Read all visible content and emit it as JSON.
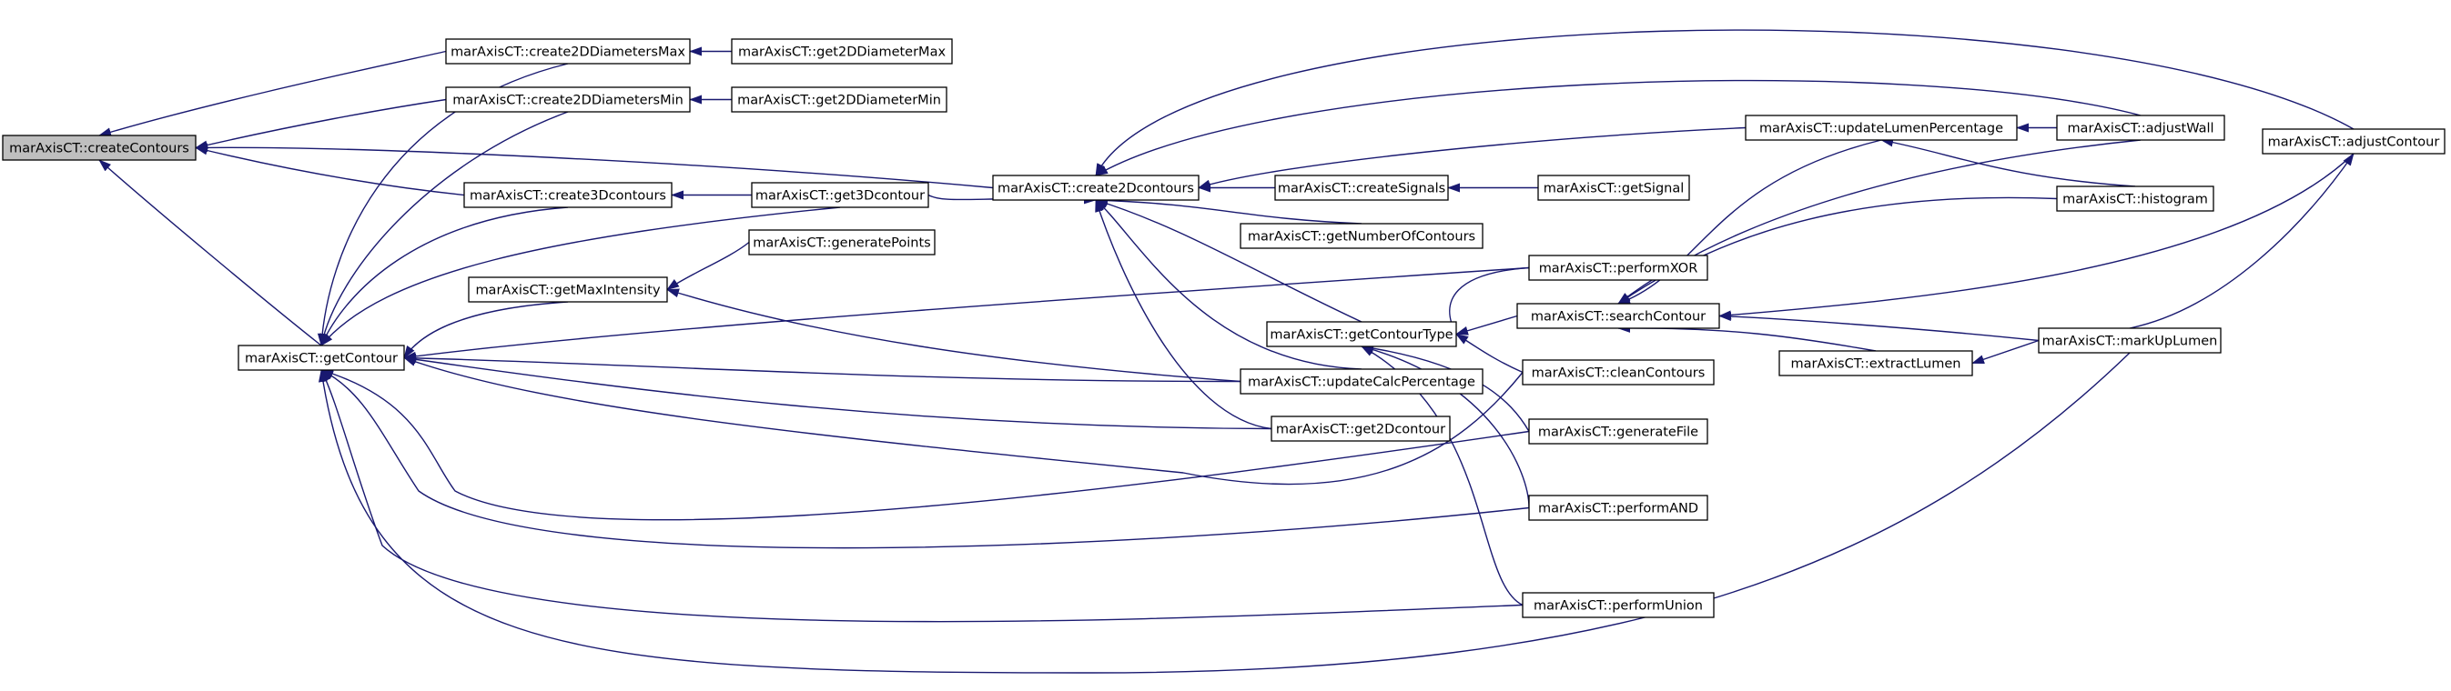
{
  "graph": {
    "edge_color": "#191970",
    "root_fill": "#bfbfbf",
    "nodes": [
      {
        "id": "createContours",
        "label": "marAxisCT::createContours",
        "root": true
      },
      {
        "id": "create2DDiametersMax",
        "label": "marAxisCT::create2DDiametersMax"
      },
      {
        "id": "get2DDiameterMax",
        "label": "marAxisCT::get2DDiameterMax"
      },
      {
        "id": "create2DDiametersMin",
        "label": "marAxisCT::create2DDiametersMin"
      },
      {
        "id": "get2DDiameterMin",
        "label": "marAxisCT::get2DDiameterMin"
      },
      {
        "id": "create3Dcontours",
        "label": "marAxisCT::create3Dcontours"
      },
      {
        "id": "get3Dcontour",
        "label": "marAxisCT::get3Dcontour"
      },
      {
        "id": "getContour",
        "label": "marAxisCT::getContour"
      },
      {
        "id": "getMaxIntensity",
        "label": "marAxisCT::getMaxIntensity"
      },
      {
        "id": "generatePoints",
        "label": "marAxisCT::generatePoints"
      },
      {
        "id": "create2Dcontours",
        "label": "marAxisCT::create2Dcontours"
      },
      {
        "id": "createSignals",
        "label": "marAxisCT::createSignals"
      },
      {
        "id": "getSignal",
        "label": "marAxisCT::getSignal"
      },
      {
        "id": "getNumberOfContours",
        "label": "marAxisCT::getNumberOfContours"
      },
      {
        "id": "getContourType",
        "label": "marAxisCT::getContourType"
      },
      {
        "id": "updateCalcPercentage",
        "label": "marAxisCT::updateCalcPercentage"
      },
      {
        "id": "get2Dcontour",
        "label": "marAxisCT::get2Dcontour"
      },
      {
        "id": "performXOR",
        "label": "marAxisCT::performXOR"
      },
      {
        "id": "searchContour",
        "label": "marAxisCT::searchContour"
      },
      {
        "id": "cleanContours",
        "label": "marAxisCT::cleanContours"
      },
      {
        "id": "generateFile",
        "label": "marAxisCT::generateFile"
      },
      {
        "id": "performAND",
        "label": "marAxisCT::performAND"
      },
      {
        "id": "performUnion",
        "label": "marAxisCT::performUnion"
      },
      {
        "id": "updateLumenPercentage",
        "label": "marAxisCT::updateLumenPercentage"
      },
      {
        "id": "adjustWall",
        "label": "marAxisCT::adjustWall"
      },
      {
        "id": "histogram",
        "label": "marAxisCT::histogram"
      },
      {
        "id": "extractLumen",
        "label": "marAxisCT::extractLumen"
      },
      {
        "id": "markUpLumen",
        "label": "marAxisCT::markUpLumen"
      },
      {
        "id": "adjustContour",
        "label": "marAxisCT::adjustContour"
      }
    ],
    "edges": [
      {
        "from": "create2DDiametersMax",
        "to": "createContours"
      },
      {
        "from": "create2DDiametersMin",
        "to": "createContours"
      },
      {
        "from": "create3Dcontours",
        "to": "createContours"
      },
      {
        "from": "getContour",
        "to": "createContours"
      },
      {
        "from": "create2Dcontours",
        "to": "createContours"
      },
      {
        "from": "get2DDiameterMax",
        "to": "create2DDiametersMax"
      },
      {
        "from": "get2DDiameterMin",
        "to": "create2DDiametersMin"
      },
      {
        "from": "get3Dcontour",
        "to": "create3Dcontours"
      },
      {
        "from": "create2DDiametersMax",
        "to": "getContour"
      },
      {
        "from": "create2DDiametersMin",
        "to": "getContour"
      },
      {
        "from": "create3Dcontours",
        "to": "getContour"
      },
      {
        "from": "get3Dcontour",
        "to": "getContour"
      },
      {
        "from": "getMaxIntensity",
        "to": "getContour"
      },
      {
        "from": "performXOR",
        "to": "getContour"
      },
      {
        "from": "updateCalcPercentage",
        "to": "getContour"
      },
      {
        "from": "get2Dcontour",
        "to": "getContour"
      },
      {
        "from": "cleanContours",
        "to": "getContour"
      },
      {
        "from": "generateFile",
        "to": "getContour"
      },
      {
        "from": "performAND",
        "to": "getContour"
      },
      {
        "from": "performUnion",
        "to": "getContour"
      },
      {
        "from": "markUpLumen",
        "to": "getContour"
      },
      {
        "from": "generatePoints",
        "to": "getMaxIntensity"
      },
      {
        "from": "updateCalcPercentage",
        "to": "getMaxIntensity"
      },
      {
        "from": "get3Dcontour",
        "to": "create2Dcontours"
      },
      {
        "from": "createSignals",
        "to": "create2Dcontours"
      },
      {
        "from": "getNumberOfContours",
        "to": "create2Dcontours"
      },
      {
        "from": "getContourType",
        "to": "create2Dcontours"
      },
      {
        "from": "updateCalcPercentage",
        "to": "create2Dcontours"
      },
      {
        "from": "get2Dcontour",
        "to": "create2Dcontours"
      },
      {
        "from": "updateLumenPercentage",
        "to": "create2Dcontours"
      },
      {
        "from": "adjustWall",
        "to": "create2Dcontours"
      },
      {
        "from": "adjustContour",
        "to": "create2Dcontours"
      },
      {
        "from": "getSignal",
        "to": "createSignals"
      },
      {
        "from": "performXOR",
        "to": "getContourType"
      },
      {
        "from": "searchContour",
        "to": "getContourType"
      },
      {
        "from": "cleanContours",
        "to": "getContourType"
      },
      {
        "from": "generateFile",
        "to": "getContourType"
      },
      {
        "from": "performAND",
        "to": "getContourType"
      },
      {
        "from": "performUnion",
        "to": "getContourType"
      },
      {
        "from": "updateLumenPercentage",
        "to": "searchContour"
      },
      {
        "from": "adjustWall",
        "to": "searchContour"
      },
      {
        "from": "histogram",
        "to": "searchContour"
      },
      {
        "from": "extractLumen",
        "to": "searchContour"
      },
      {
        "from": "markUpLumen",
        "to": "searchContour"
      },
      {
        "from": "adjustContour",
        "to": "searchContour"
      },
      {
        "from": "adjustWall",
        "to": "updateLumenPercentage"
      },
      {
        "from": "histogram",
        "to": "updateLumenPercentage"
      },
      {
        "from": "markUpLumen",
        "to": "extractLumen"
      },
      {
        "from": "markUpLumen",
        "to": "adjustContour"
      }
    ]
  }
}
